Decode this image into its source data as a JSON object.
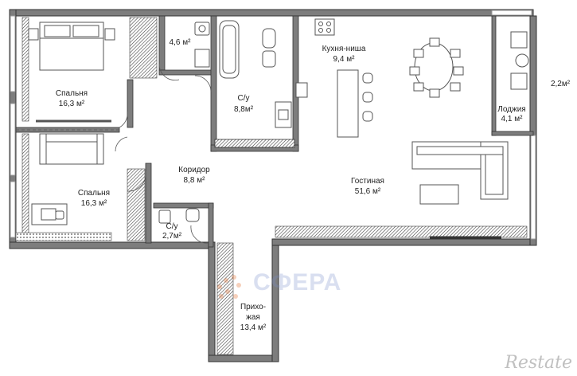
{
  "rooms": {
    "bedroom1": {
      "name": "Спальня",
      "area": "16,3 м²"
    },
    "bath1": {
      "area": "4,6 м²"
    },
    "bath2": {
      "name": "С/у",
      "area": "8,8м²"
    },
    "kitchen": {
      "name": "Кухня-ниша",
      "area": "9,4 м²"
    },
    "loggia_small": {
      "area": "2,2м²"
    },
    "loggia": {
      "name": "Лоджия",
      "area": "4,1 м²"
    },
    "corridor": {
      "name": "Коридор",
      "area": "8,8 м²"
    },
    "living": {
      "name": "Гостиная",
      "area": "51,6 м²"
    },
    "bedroom2": {
      "name": "Спальня",
      "area": "16,3 м²"
    },
    "bath3": {
      "name": "С/у",
      "area": "2,7м²"
    },
    "hall": {
      "name1": "Прихо-",
      "name2": "жая",
      "area": "13,4 м²"
    }
  },
  "watermarks": {
    "logo": "СФЕРА",
    "brand": "Restate"
  },
  "colors": {
    "wall": "#3a3a3a",
    "wall_fill": "#8a8a8a",
    "furniture": "#555555",
    "window": "#bdbdbd",
    "watermark": "#8c9cc8"
  }
}
